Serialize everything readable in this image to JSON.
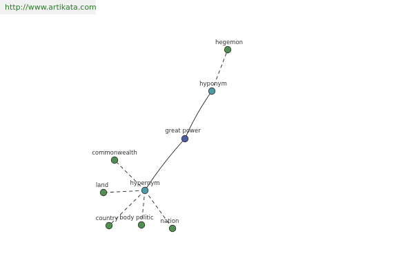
{
  "header": {
    "url": "http://www.artikata.com"
  },
  "graph": {
    "colors": {
      "leaf": "#4f8f4f",
      "relation": "#4f9aa5",
      "center": "#4a5fa8",
      "edge": "#222222",
      "stroke": "#2b2b2b"
    },
    "nodes": [
      {
        "id": "hegemon",
        "label": "hegemon",
        "kind": "leaf"
      },
      {
        "id": "hyponym",
        "label": "hyponym",
        "kind": "relation"
      },
      {
        "id": "great-power",
        "label": "great power",
        "kind": "center"
      },
      {
        "id": "hypernym",
        "label": "hypernym",
        "kind": "relation"
      },
      {
        "id": "commonwealth",
        "label": "commonwealth",
        "kind": "leaf"
      },
      {
        "id": "land",
        "label": "land",
        "kind": "leaf"
      },
      {
        "id": "country",
        "label": "country",
        "kind": "leaf"
      },
      {
        "id": "body-politic",
        "label": "body politic",
        "kind": "leaf"
      },
      {
        "id": "nation",
        "label": "nation",
        "kind": "leaf"
      }
    ],
    "edges": [
      {
        "from": "great-power",
        "to": "hyponym",
        "style": "solid"
      },
      {
        "from": "hyponym",
        "to": "hegemon",
        "style": "dashed"
      },
      {
        "from": "great-power",
        "to": "hypernym",
        "style": "solid"
      },
      {
        "from": "hypernym",
        "to": "commonwealth",
        "style": "dashed"
      },
      {
        "from": "hypernym",
        "to": "land",
        "style": "dashed"
      },
      {
        "from": "hypernym",
        "to": "country",
        "style": "dashed"
      },
      {
        "from": "hypernym",
        "to": "body-politic",
        "style": "dashed"
      },
      {
        "from": "hypernym",
        "to": "nation",
        "style": "dashed"
      }
    ]
  }
}
